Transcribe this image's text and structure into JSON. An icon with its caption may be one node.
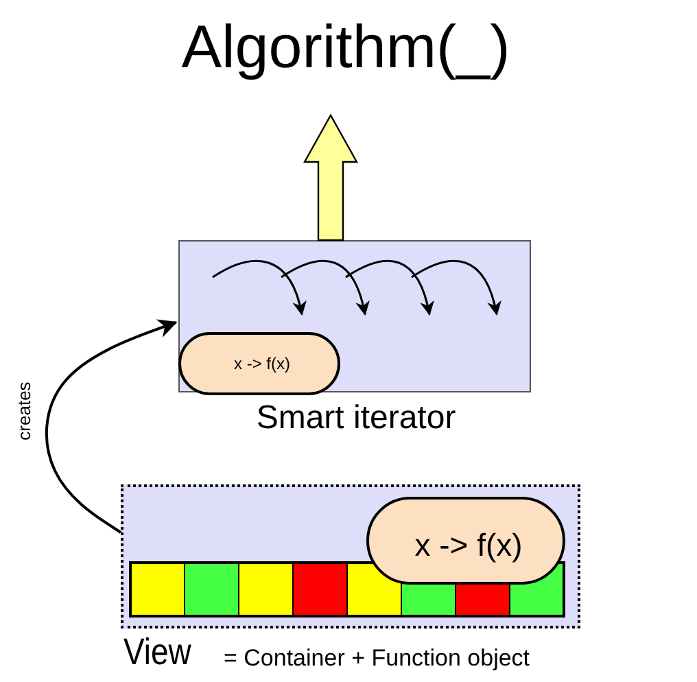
{
  "diagram": {
    "nodes": [
      {
        "text": [
          "Algorithm(_)"
        ]
      },
      {
        "text": [
          "Smart iterator"
        ]
      },
      {
        "text": [
          "x -> f(x)"
        ],
        "in": 1
      },
      {
        "text": [
          "View",
          "= Container + Function object"
        ]
      },
      {
        "text": [
          "x -> f(x)"
        ],
        "in": 3
      }
    ],
    "edges": [
      {
        "from": 1,
        "to": 0,
        "arrow": "to",
        "style": "thick",
        "color": "#ffff99"
      },
      {
        "from": 3,
        "to": 1,
        "arrow": "to",
        "label": "creates"
      }
    ]
  }
}
